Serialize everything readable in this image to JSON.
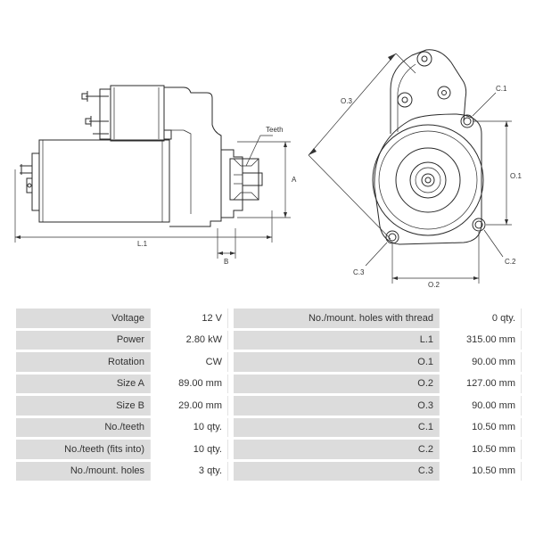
{
  "labels": {
    "teeth": "Teeth",
    "a": "A",
    "b": "B",
    "l1": "L.1",
    "o1": "O.1",
    "o2": "O.2",
    "o3": "O.3",
    "c1": "C.1",
    "c2": "C.2",
    "c3": "C.3"
  },
  "specs_left": [
    {
      "label": "Voltage",
      "value": "12 V"
    },
    {
      "label": "Power",
      "value": "2.80 kW"
    },
    {
      "label": "Rotation",
      "value": "CW"
    },
    {
      "label": "Size A",
      "value": "89.00 mm"
    },
    {
      "label": "Size B",
      "value": "29.00 mm"
    },
    {
      "label": "No./teeth",
      "value": "10 qty."
    },
    {
      "label": "No./teeth (fits into)",
      "value": "10 qty."
    },
    {
      "label": "No./mount. holes",
      "value": "3 qty."
    }
  ],
  "specs_right": [
    {
      "label": "No./mount. holes with thread",
      "value": "0 qty."
    },
    {
      "label": "L.1",
      "value": "315.00 mm"
    },
    {
      "label": "O.1",
      "value": "90.00 mm"
    },
    {
      "label": "O.2",
      "value": "127.00 mm"
    },
    {
      "label": "O.3",
      "value": "90.00 mm"
    },
    {
      "label": "C.1",
      "value": "10.50 mm"
    },
    {
      "label": "C.2",
      "value": "10.50 mm"
    },
    {
      "label": "C.3",
      "value": "10.50 mm"
    }
  ]
}
